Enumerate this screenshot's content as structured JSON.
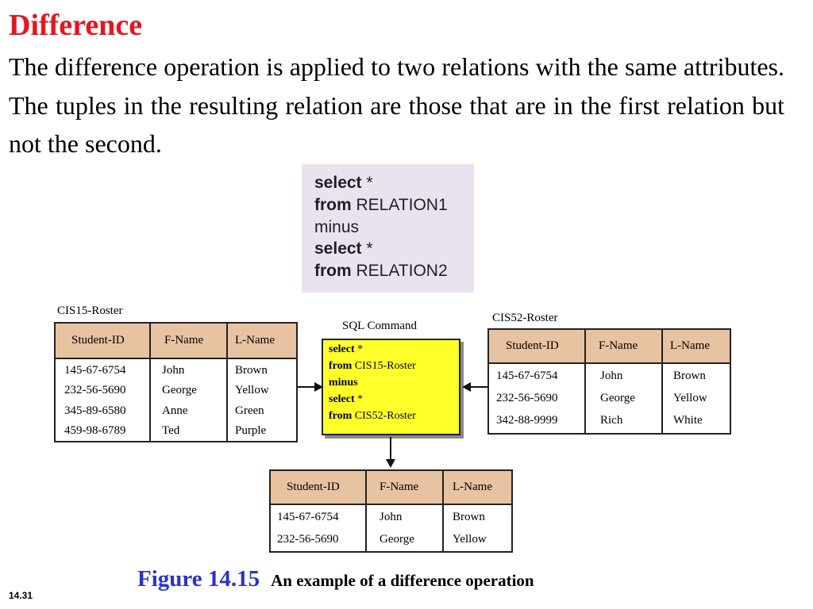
{
  "title": "Difference",
  "paragraph": "The difference operation is applied to two relations with the same attributes. The tuples in the resulting relation are those that are in the first relation but not the second.",
  "sql_box": {
    "lines": [
      {
        "kw": "select",
        "rest": " *"
      },
      {
        "kw": "from",
        "rest": " RELATION1"
      },
      {
        "kw": "",
        "rest": "minus"
      },
      {
        "kw": "select",
        "rest": " *"
      },
      {
        "kw": "from",
        "rest": " RELATION2"
      }
    ]
  },
  "left_table": {
    "caption": "CIS15-Roster",
    "headers": [
      "Student-ID",
      "F-Name",
      "L-Name"
    ],
    "rows": [
      [
        "145-67-6754",
        "John",
        "Brown"
      ],
      [
        "232-56-5690",
        "George",
        "Yellow"
      ],
      [
        "345-89-6580",
        "Anne",
        "Green"
      ],
      [
        "459-98-6789",
        "Ted",
        "Purple"
      ]
    ]
  },
  "right_table": {
    "caption": "CIS52-Roster",
    "headers": [
      "Student-ID",
      "F-Name",
      "L-Name"
    ],
    "rows": [
      [
        "145-67-6754",
        "John",
        "Brown"
      ],
      [
        "232-56-5690",
        "George",
        "Yellow"
      ],
      [
        "342-88-9999",
        "Rich",
        "White"
      ]
    ]
  },
  "sql_command": {
    "caption": "SQL Command",
    "lines": [
      {
        "kw": "select",
        "rest": "  *"
      },
      {
        "kw": "from",
        "rest": "  CIS15-Roster"
      },
      {
        "kw": "minus",
        "rest": ""
      },
      {
        "kw": "select",
        "rest": "  *"
      },
      {
        "kw": "from",
        "rest": "  CIS52-Roster"
      }
    ]
  },
  "result_table": {
    "headers": [
      "Student-ID",
      "F-Name",
      "L-Name"
    ],
    "rows": [
      [
        "145-67-6754",
        "John",
        "Brown"
      ],
      [
        "232-56-5690",
        "George",
        "Yellow"
      ]
    ]
  },
  "figure": {
    "number": "Figure 14.15",
    "text": "An example of a difference operation"
  },
  "page_number": "14.31"
}
